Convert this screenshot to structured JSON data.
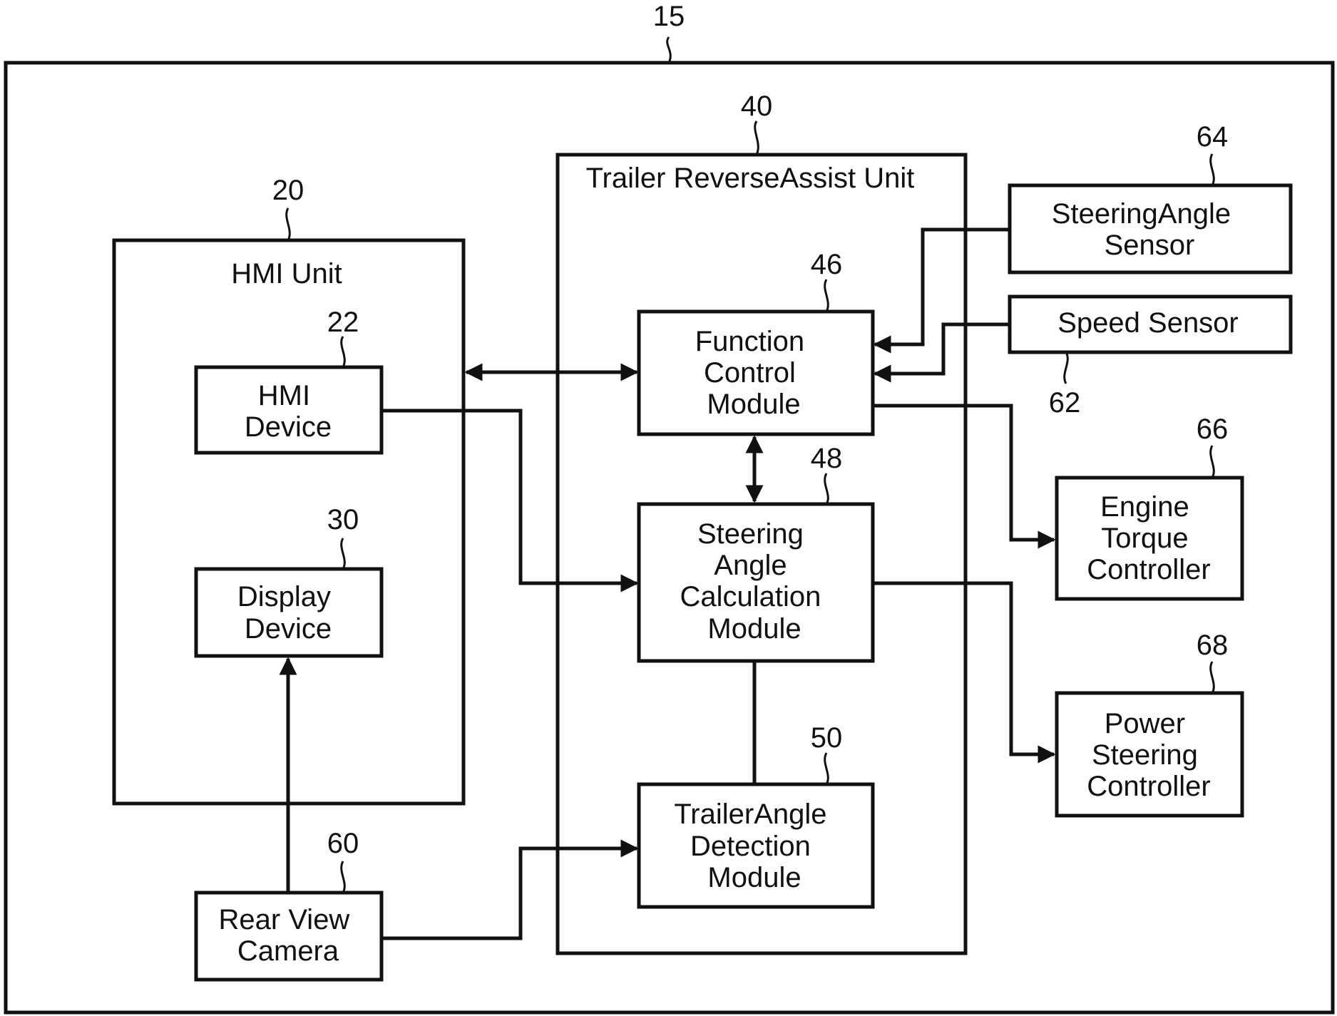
{
  "figure": {
    "system_number": "15",
    "trailer_reverse_assist_unit": {
      "label": "Trailer ReverseAssist Unit",
      "number": "40"
    },
    "hmi_unit": {
      "label": "HMI Unit",
      "number": "20"
    },
    "hmi_device": {
      "lines": [
        "HMI",
        "Device"
      ],
      "number": "22"
    },
    "display_device": {
      "lines": [
        "Display",
        "Device"
      ],
      "number": "30"
    },
    "rear_view_camera": {
      "lines": [
        "Rear View",
        "Camera"
      ],
      "number": "60"
    },
    "function_control_module": {
      "lines": [
        "Function",
        "Control",
        "Module"
      ],
      "number": "46"
    },
    "steering_angle_calculation_module": {
      "lines": [
        "Steering",
        "Angle",
        "Calculation",
        "Module"
      ],
      "number": "48"
    },
    "trailer_angle_detection_module": {
      "lines": [
        "TrailerAngle",
        "Detection",
        "Module"
      ],
      "number": "50"
    },
    "steering_angle_sensor": {
      "lines": [
        "SteeringAngle",
        "Sensor"
      ],
      "number": "64"
    },
    "speed_sensor": {
      "lines": [
        "Speed Sensor"
      ],
      "number": "62"
    },
    "engine_torque_controller": {
      "lines": [
        "Engine",
        "Torque",
        "Controller"
      ],
      "number": "66"
    },
    "power_steering_controller": {
      "lines": [
        "Power",
        "Steering",
        "Controller"
      ],
      "number": "68"
    }
  },
  "colors": {
    "line": "#111111",
    "background": "#ffffff"
  }
}
